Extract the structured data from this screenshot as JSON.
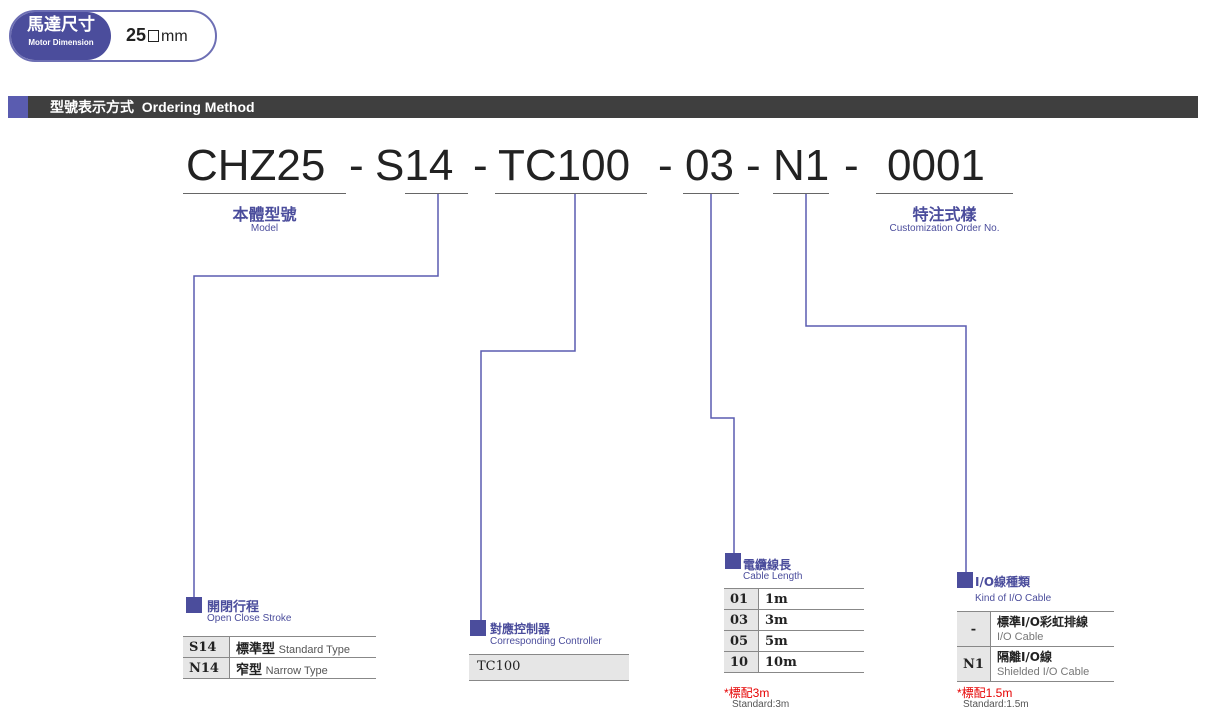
{
  "badge": {
    "zh": "馬達尺寸",
    "en": "Motor Dimension",
    "size_num": "25",
    "size_unit": "mm"
  },
  "section": {
    "zh": "型號表示方式",
    "en": "Ordering Method"
  },
  "code": {
    "parts": [
      "CHZ25",
      "S14",
      "TC100",
      "03",
      "N1",
      "0001"
    ],
    "sep": "-"
  },
  "model_label": {
    "zh": "本體型號",
    "en": "Model"
  },
  "custom_label": {
    "zh": "特注式樣",
    "en": "Customization Order No."
  },
  "stroke": {
    "zh": "開閉行程",
    "en": "Open Close Stroke",
    "rows": [
      {
        "code": "S14",
        "zh": "標準型",
        "en": "Standard Type"
      },
      {
        "code": "N14",
        "zh": "窄型",
        "en": "Narrow Type"
      }
    ]
  },
  "controller": {
    "zh": "對應控制器",
    "en": "Corresponding Controller",
    "rows": [
      {
        "code": "TC100"
      }
    ]
  },
  "cable_length": {
    "zh": "電纜線長",
    "en": "Cable Length",
    "rows": [
      {
        "code": "01",
        "value": "1m"
      },
      {
        "code": "03",
        "value": "3m"
      },
      {
        "code": "05",
        "value": "5m"
      },
      {
        "code": "10",
        "value": "10m"
      }
    ],
    "note_zh": "*標配3m",
    "note_en": "Standard:3m"
  },
  "io_cable": {
    "zh": "I/O線種類",
    "en": "Kind of I/O Cable",
    "rows": [
      {
        "code": "-",
        "zh": "標準I/O彩虹排線",
        "en": "I/O Cable"
      },
      {
        "code": "N1",
        "zh": "隔離I/O線",
        "en": "Shielded I/O Cable"
      }
    ],
    "note_zh": "*標配1.5m",
    "note_en": "Standard:1.5m"
  },
  "colors": {
    "accent": "#4b4d9c",
    "line": "#5a5cb0",
    "bar": "#3f3f3f",
    "note": "#e60000"
  }
}
